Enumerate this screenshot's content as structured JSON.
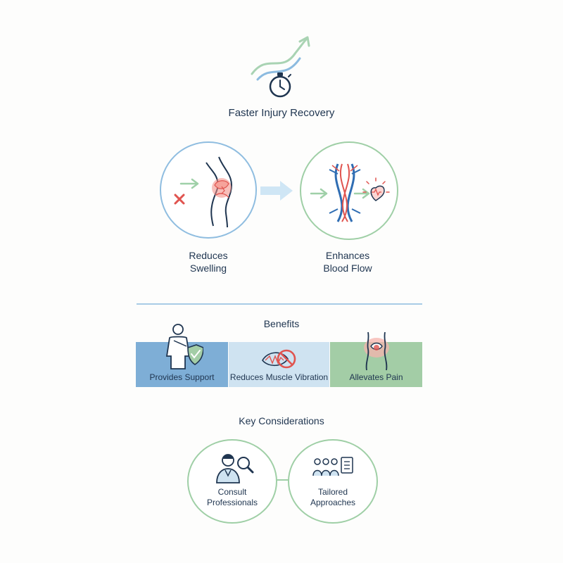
{
  "header": {
    "title": "Faster Injury Recovery"
  },
  "effects": [
    {
      "line1": "Reduces",
      "line2": "Swelling"
    },
    {
      "line1": "Enhances",
      "line2": "Blood Flow"
    }
  ],
  "benefits": {
    "title": "Benefits",
    "items": [
      "Provides Support",
      "Reduces Muscle Vibration",
      "Allevates Pain"
    ]
  },
  "considerations": {
    "title": "Key Considerations",
    "items": [
      {
        "line1": "Consult",
        "line2": "Professionals"
      },
      {
        "line1": "Tailored",
        "line2": "Approaches"
      }
    ]
  },
  "colors": {
    "navy": "#1f3550",
    "blue_panel": "#7eaed6",
    "light_blue_panel": "#cfe3f1",
    "green_panel": "#a3cda6",
    "accent_red": "#e0544f"
  }
}
